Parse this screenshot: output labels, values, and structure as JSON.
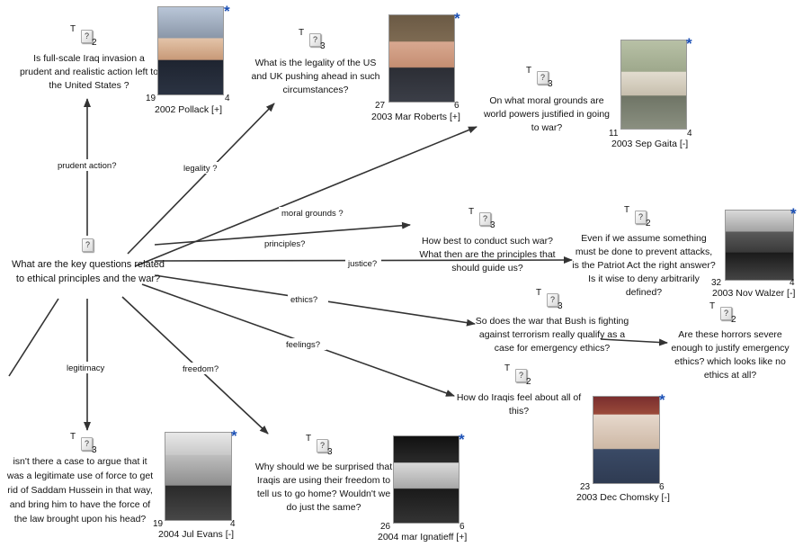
{
  "center": {
    "icon": "?",
    "text": "What are the key questions related to ethical principles and the war?"
  },
  "edges": {
    "prudent": "prudent action?",
    "legality": "legality ?",
    "moral": "moral grounds ?",
    "principles": "principles?",
    "justice": "justice?",
    "ethics": "ethics?",
    "feelings": "feelings?",
    "freedom": "freedom?",
    "legitimacy": "legitimacy"
  },
  "questions": {
    "q1": {
      "t": "T",
      "icon": "?",
      "n": "2",
      "text": "Is full-scale Iraq invasion a prudent and realistic action left to the United States ?"
    },
    "q2": {
      "t": "T",
      "icon": "?",
      "n": "3",
      "text": "What is the legality of the US and UK pushing ahead in such circumstances?"
    },
    "q3": {
      "t": "T",
      "icon": "?",
      "n": "3",
      "text": "On what moral grounds are world powers justified in going to war?"
    },
    "q4": {
      "t": "T",
      "icon": "?",
      "n": "3",
      "text": "How best to conduct such war? What then are the principles that should guide us?"
    },
    "q5": {
      "t": "T",
      "icon": "?",
      "n": "2",
      "text": "Even if we assume something must be done to prevent attacks, is the Patriot Act the right answer? Is it wise to deny arbitrarily defined?"
    },
    "q6": {
      "t": "T",
      "icon": "?",
      "n": "3",
      "text": "So does the war that Bush is fighting against terrorism really qualify as a case for emergency ethics?"
    },
    "q7": {
      "t": "T",
      "icon": "?",
      "n": "2",
      "text": "Are these horrors severe enough to justify emergency ethics? which looks like no ethics at all?"
    },
    "q8": {
      "t": "T",
      "icon": "?",
      "n": "2",
      "text": "How do Iraqis feel about all of this?"
    },
    "q9": {
      "t": "T",
      "icon": "?",
      "n": "3",
      "text": "Why should we be surprised that Iraqis are  using their freedom to tell us to go home? Wouldn't we do just the same?"
    },
    "q10": {
      "t": "T",
      "icon": "?",
      "n": "3",
      "text": "isn't there a case to argue that it was a legitimate use of force to get rid of Saddam Hussein in that way, and bring him to have the force of the law brought upon his head?"
    }
  },
  "people": {
    "pollack": {
      "caption": "2002 Pollack [+]",
      "left": "19",
      "right": "4",
      "star": "*"
    },
    "roberts": {
      "caption": "2003 Mar Roberts [+]",
      "left": "27",
      "right": "6",
      "star": "*"
    },
    "gaita": {
      "caption": "2003 Sep Gaita [-]",
      "left": "11",
      "right": "4",
      "star": "*"
    },
    "walzer": {
      "caption": "2003 Nov Walzer [-]",
      "left": "32",
      "right": "4",
      "star": "*"
    },
    "chomsky": {
      "caption": "2003 Dec Chomsky [-]",
      "left": "23",
      "right": "6",
      "star": "*"
    },
    "ignatieff": {
      "caption": "2004 mar Ignatieff [+]",
      "left": "26",
      "right": "6",
      "star": "*"
    },
    "evans": {
      "caption": "2004 Jul Evans [-]",
      "left": "19",
      "right": "4",
      "star": "*"
    }
  },
  "colors": {
    "star": "#1a4fb5",
    "line": "#333333"
  }
}
